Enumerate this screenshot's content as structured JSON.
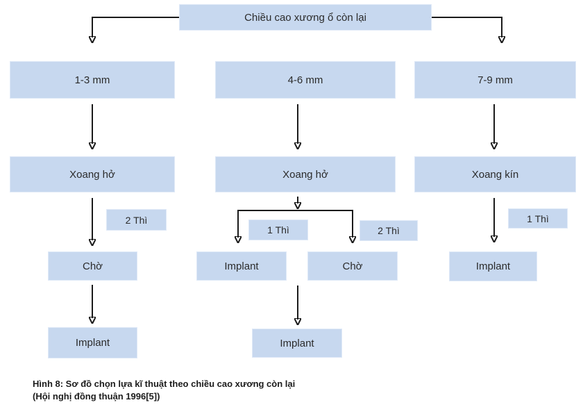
{
  "colors": {
    "node_fill": "#c7d8ef",
    "node_border": "#dfe9f7",
    "text": "#2b2b2b",
    "arrow": "#1a1a1a",
    "background": "#ffffff"
  },
  "flowchart": {
    "root_label": "Chiều cao xương ổ còn lại",
    "branches": [
      {
        "height": "1-3 mm",
        "technique": "Xoang hở",
        "stages": [
          "2 Thì"
        ],
        "wait": "Chờ",
        "implant": "Implant"
      },
      {
        "height": "4-6 mm",
        "technique": "Xoang hở",
        "stages": [
          "1 Thì",
          "2 Thì"
        ],
        "implant_direct": "Implant",
        "wait": "Chờ",
        "implant": "Implant"
      },
      {
        "height": "7-9 mm",
        "technique": "Xoang kín",
        "stages": [
          "1 Thì"
        ],
        "implant": "Implant"
      }
    ]
  },
  "caption": {
    "line1": "Hình 8: Sơ đồ chọn lựa kĩ thuật theo chiều cao xương còn lại",
    "line2": "(Hội nghị đồng thuận 1996[5])"
  }
}
